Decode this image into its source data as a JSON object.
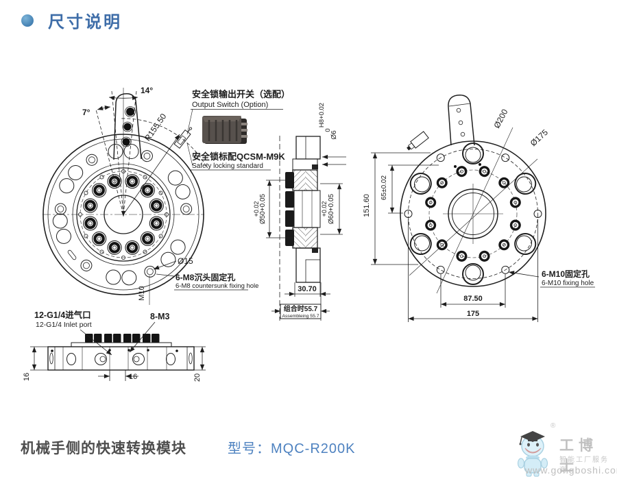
{
  "header": {
    "title": "尺寸说明"
  },
  "front_view": {
    "angle_14": "14°",
    "angle_7": "7°",
    "radius": "R155.50",
    "dia_15": "Ø15",
    "m8_cn": "6-M8沉头固定孔",
    "m8_en": "6-M8 countersunk fixing hole",
    "m10": "M10"
  },
  "safety": {
    "switch_cn": "安全锁输出开关（选配）",
    "switch_en": "Output Switch (Option)",
    "lock_cn": "安全锁标配QCSM-M9K",
    "lock_en": "Safety locking standard"
  },
  "section_view": {
    "h8": "H8+0.02",
    "h8_low": "0",
    "dia_6": "Ø6",
    "d50_tol": "+0.02",
    "d50": "Ø50+0.05",
    "d60_tol": "+0.02",
    "d60": "Ø60+0.05",
    "width": "30.70",
    "assembled_cn": "组合时55.7",
    "assembled_en": "Assembleing 55.7"
  },
  "back_view": {
    "dia_200": "Ø200",
    "dia_175": "Ø175",
    "h_151": "151.60",
    "h_65": "65±0.02",
    "w_875": "87.50",
    "w_175": "175",
    "m10_cn": "6-M10固定孔",
    "m10_en": "6-M10 fixing hole"
  },
  "bottom_view": {
    "inlet_cn": "12-G1/4进气口",
    "inlet_en": "12-G1/4 Inlet port",
    "m3": "8-M3",
    "d16_left": "16",
    "d16_mid": "16",
    "d20": "20"
  },
  "footer": {
    "caption": "机械手侧的快速转换模块",
    "model": "型号：MQC-R200K"
  },
  "logo": {
    "reg": "®",
    "name": "工博士",
    "tagline": "智能工厂服务商",
    "url": "www.gongboshi.com"
  },
  "colors": {
    "accent": "#3e6da8",
    "model_blue": "#4e82c0",
    "line": "#1f1f1f"
  }
}
